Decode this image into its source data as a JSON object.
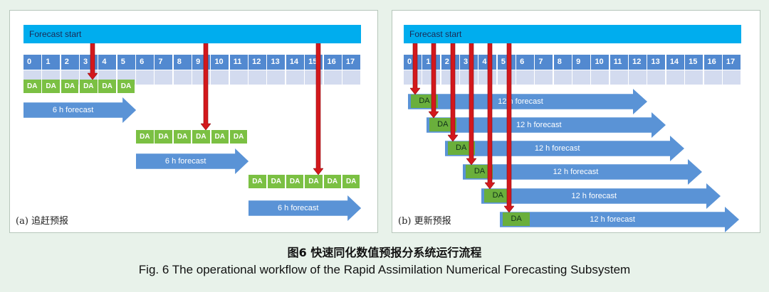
{
  "timeline": [
    "0",
    "1",
    "2",
    "3",
    "4",
    "5",
    "6",
    "7",
    "8",
    "9",
    "10",
    "11",
    "12",
    "13",
    "14",
    "15",
    "16",
    "17"
  ],
  "panel_a": {
    "start_label": "Forecast start",
    "da_label": "DA",
    "forecast_label": "6 h forecast",
    "caption_label": "(a) 追赶预报"
  },
  "panel_b": {
    "start_label": "Forecast start",
    "da_label": "DA",
    "forecast_label": "12 h forecast",
    "caption_label": "(b) 更新预报"
  },
  "caption": {
    "cn": "图6  快速同化数值预报分系统运行流程",
    "en": "Fig. 6  The operational workflow of the Rapid Assimilation Numerical Forecasting Subsystem"
  },
  "colors": {
    "start_bar": "#00adee",
    "timeline": "#5289d0",
    "da": "#7bc043",
    "forecast_arrow": "#5a93d6",
    "red_arrow": "#d3181c"
  }
}
